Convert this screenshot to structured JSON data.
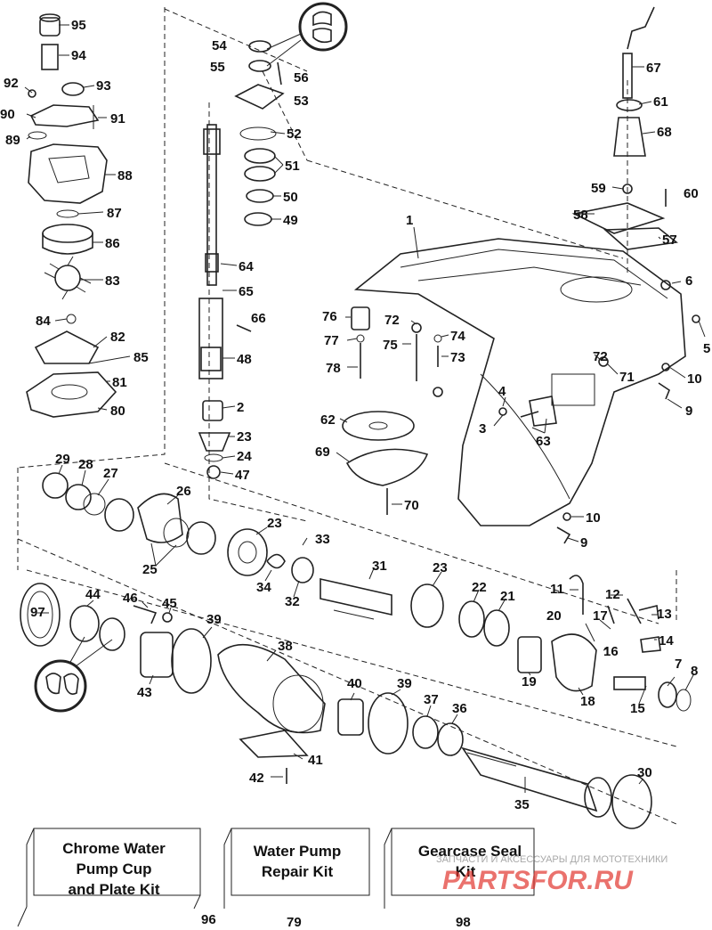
{
  "callouts": [
    "95",
    "94",
    "92",
    "93",
    "90",
    "91",
    "89",
    "88",
    "87",
    "86",
    "83",
    "84",
    "82",
    "85",
    "81",
    "80",
    "54",
    "55",
    "56",
    "53",
    "52",
    "51",
    "50",
    "49",
    "64",
    "65",
    "66",
    "48",
    "2",
    "23",
    "24",
    "47",
    "67",
    "61",
    "68",
    "59",
    "60",
    "58",
    "57",
    "1",
    "6",
    "5",
    "10",
    "9",
    "72",
    "71",
    "76",
    "77",
    "78",
    "75",
    "74",
    "73",
    "4",
    "3",
    "63",
    "62",
    "69",
    "70",
    "29",
    "28",
    "27",
    "26",
    "25",
    "23",
    "33",
    "34",
    "32",
    "31",
    "22",
    "21",
    "11",
    "12",
    "13",
    "97",
    "44",
    "46",
    "45",
    "39",
    "43",
    "38",
    "40",
    "39",
    "37",
    "36",
    "41",
    "42",
    "35",
    "30",
    "20",
    "17",
    "16",
    "14",
    "19",
    "18",
    "15",
    "7",
    "8",
    "10",
    "9",
    "23"
  ],
  "kits": {
    "chrome": {
      "line1": "Chrome Water",
      "line2": "Pump Cup",
      "line3": "and Plate Kit",
      "number": "96"
    },
    "pump": {
      "line1": "Water Pump",
      "line2": "Repair Kit",
      "number": "79"
    },
    "seal": {
      "line1": "Gearcase Seal",
      "line2": "Kit",
      "number": "98"
    }
  },
  "watermark": {
    "tagline": "ЗАПЧАСТИ И АКСЕССУАРЫ ДЛЯ МОТОТЕХНИКИ",
    "logo": "PARTSFOR.RU",
    "brand_color": "#e0302a"
  }
}
